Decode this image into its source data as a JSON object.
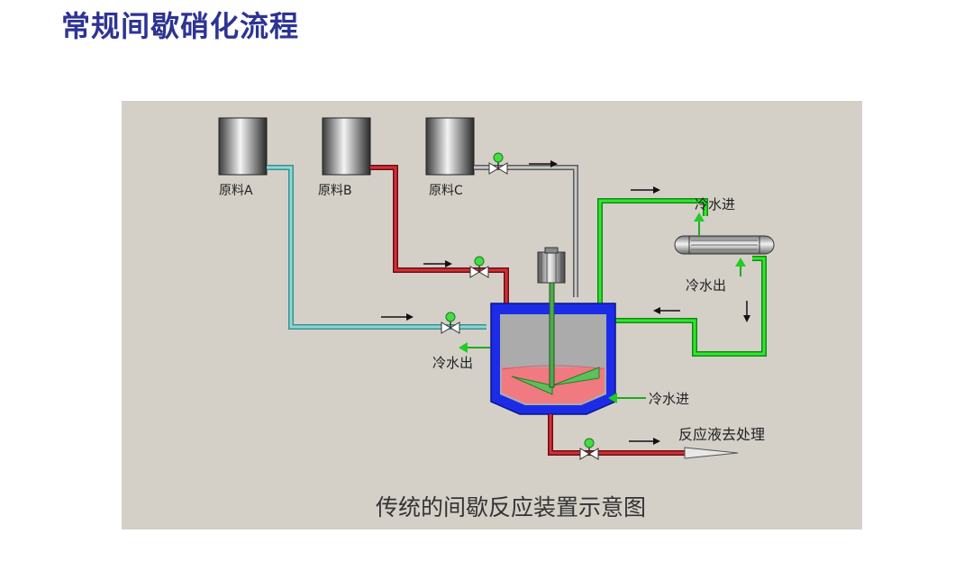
{
  "page": {
    "title": "常规间歇硝化流程"
  },
  "diagram": {
    "caption": "传统的间歇反应装置示意图",
    "tanks": [
      {
        "id": "A",
        "label": "原料A"
      },
      {
        "id": "B",
        "label": "原料B"
      },
      {
        "id": "C",
        "label": "原料C"
      }
    ],
    "labels": {
      "cooling_in_condenser": "冷水进",
      "cooling_out_condenser": "冷水出",
      "cooling_out_reactor": "冷水出",
      "cooling_in_reactor": "冷水进",
      "product_out": "反应液去处理"
    },
    "colors": {
      "background": "#d4d0c8",
      "line_A": "#5fb3b3",
      "line_B": "#b0212a",
      "line_C": "#a7a7a7",
      "cooling_loop": "#19c319",
      "jacket": "#1c2ce6",
      "liquid": "#f07a80",
      "title": "#2e3394"
    }
  }
}
